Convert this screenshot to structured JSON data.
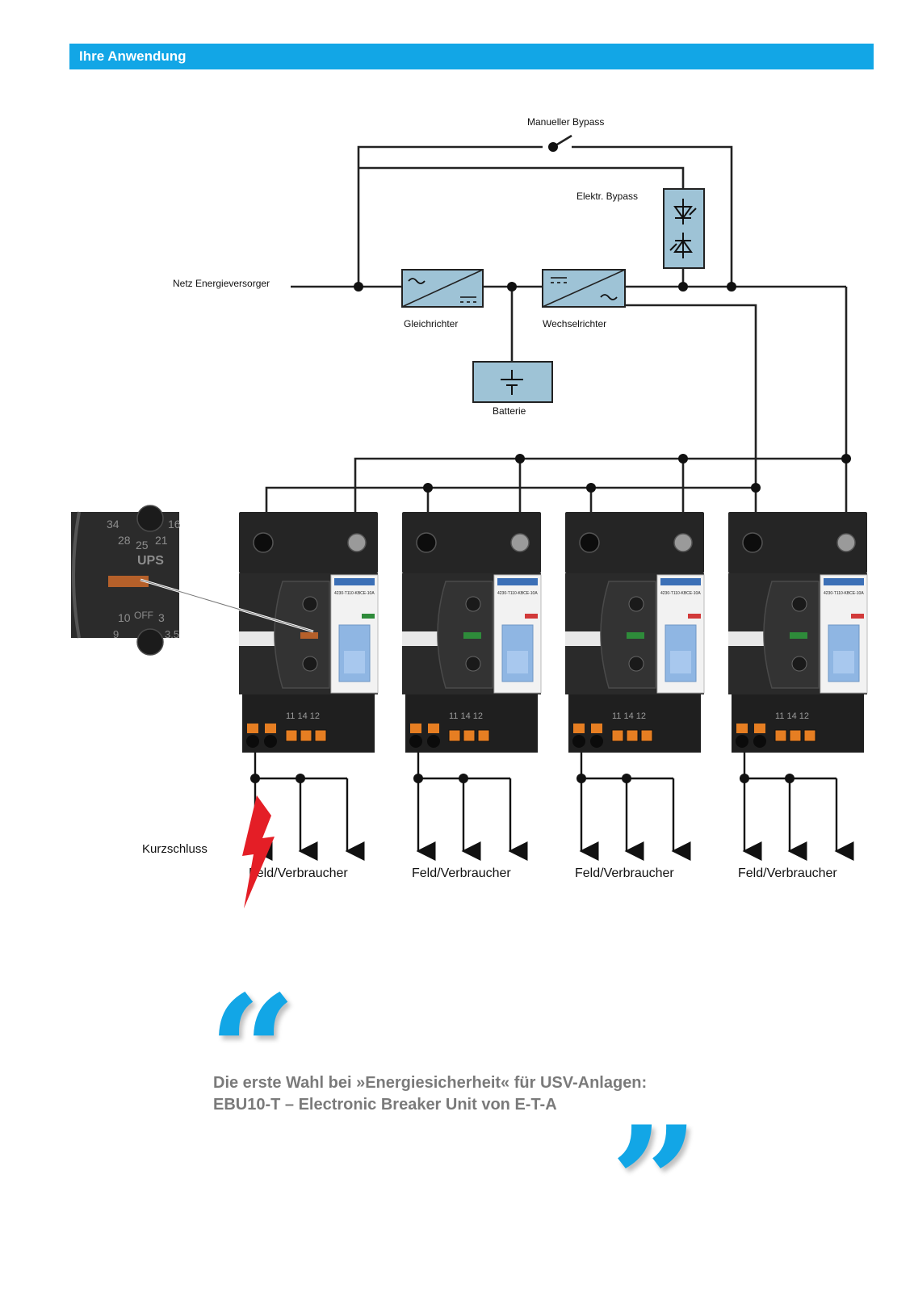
{
  "header": {
    "title": "Ihre Anwendung"
  },
  "diagram": {
    "manual_bypass": "Manueller Bypass",
    "electronic_bypass": "Elektr. Bypass",
    "grid_supply": "Netz Energieversorger",
    "rectifier": "Gleichrichter",
    "inverter": "Wechselrichter",
    "battery": "Batterie",
    "short_circuit": "Kurzschluss",
    "loads": [
      "Feld/Verbraucher",
      "Feld/Verbraucher",
      "Feld/Verbraucher",
      "Feld/Verbraucher"
    ],
    "breaker_terminals": "11 14 12",
    "breaker_label": "4230-T110-KBCE-10A",
    "inset_labels": [
      "34",
      "16",
      "28",
      "25",
      "21",
      "UPS",
      "10",
      "OFF",
      "3",
      "9",
      "3.5"
    ]
  },
  "quote": {
    "open_mark": "“",
    "close_mark": "”",
    "line1": "Die erste Wahl bei »Energiesicherheit« für USV-Anlagen:",
    "line2": "EBU10-T – Electronic Breaker Unit von E-T-A"
  },
  "colors": {
    "accent": "#12a6e6",
    "box_fill": "#9ec3d6",
    "lightning": "#e41e26",
    "breaker_body": "#2a2a2a"
  },
  "icons": [
    "thyristor-icon",
    "dc-symbol-icon",
    "ac-symbol-icon",
    "battery-symbol-icon",
    "lightning-bolt-icon"
  ]
}
